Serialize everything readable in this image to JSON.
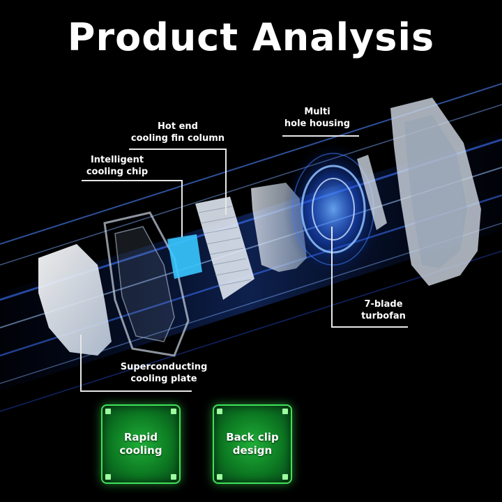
{
  "title": "Product Analysis",
  "callouts": {
    "multi_hole_housing": [
      "Multi",
      "hole housing"
    ],
    "hot_end_fin_column": [
      "Hot end",
      "cooling fin column"
    ],
    "intelligent_chip": [
      "Intelligent",
      "cooling chip"
    ],
    "turbofan": [
      "7-blade",
      "turbofan"
    ],
    "cooling_plate": [
      "Superconducting",
      "cooling plate"
    ]
  },
  "badges": {
    "rapid_cooling": [
      "Rapid",
      "cooling"
    ],
    "back_clip": [
      "Back clip",
      "design"
    ]
  },
  "colors": {
    "background": "#000000",
    "beam": "#2d6bff",
    "chip": "#38c8ff",
    "badge_green": "#1fae38",
    "badge_border": "#3fe35a"
  }
}
